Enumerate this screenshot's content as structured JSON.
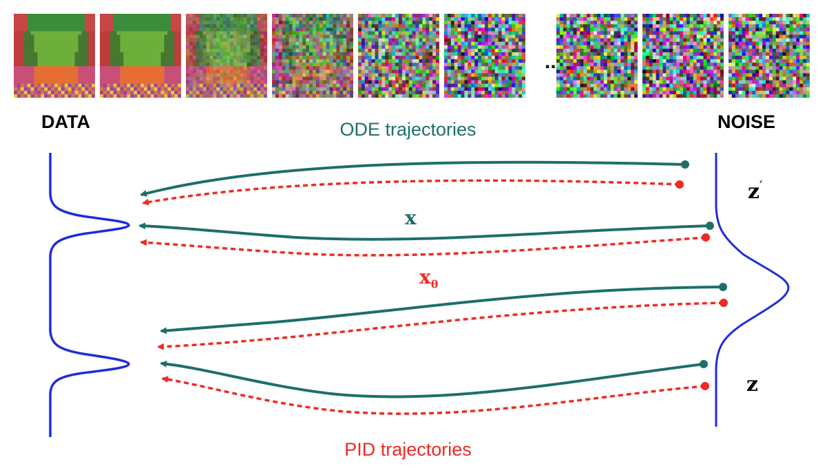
{
  "labels": {
    "data": "DATA",
    "noise": "NOISE",
    "ellipsis": "...",
    "ode_title": "ODE trajectories",
    "pid_title": "PID trajectories",
    "x_label": "x",
    "x_theta_base": "x",
    "x_theta_sub": "θ",
    "z_prime_base": "z",
    "z_prime_mark": "′",
    "z_label": "z"
  },
  "colors": {
    "ode": "#1e6f6a",
    "pid": "#ee2a24",
    "density": "#1f2bdc",
    "text": "#000000"
  },
  "thumbnails": [
    {
      "stage": "clean"
    },
    {
      "stage": "clean"
    },
    {
      "stage": "slightly-noisy"
    },
    {
      "stage": "noisy"
    },
    {
      "stage": "very-noisy"
    },
    {
      "stage": "noise"
    },
    {
      "stage": "noise"
    },
    {
      "stage": "noise"
    },
    {
      "stage": "noise"
    }
  ],
  "icons": {
    "ode_start": "circle-dot-icon",
    "pid_start": "circle-dot-icon",
    "arrowhead": "arrowhead-icon"
  }
}
